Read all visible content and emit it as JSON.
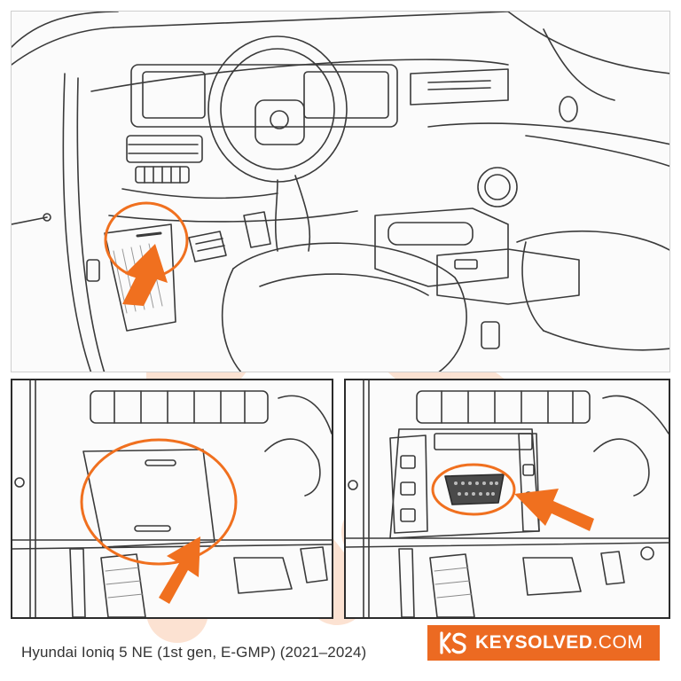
{
  "caption": {
    "vehicle": "Hyundai Ioniq 5 NE (1st gen, E-GMP) (2021–2024)"
  },
  "brand": {
    "name_bold": "KEYSOLVED",
    "name_suffix": ".COM",
    "logo_letters": "KS",
    "color": "#ec6a22"
  },
  "highlight": {
    "color": "#f0701f",
    "watermark_color": "#fbd9c4"
  },
  "panels": {
    "main": {
      "icon": "car-interior-overview-illustration"
    },
    "bottom_left": {
      "icon": "obd-cover-panel-closeup"
    },
    "bottom_right": {
      "icon": "obd-port-closeup"
    }
  }
}
